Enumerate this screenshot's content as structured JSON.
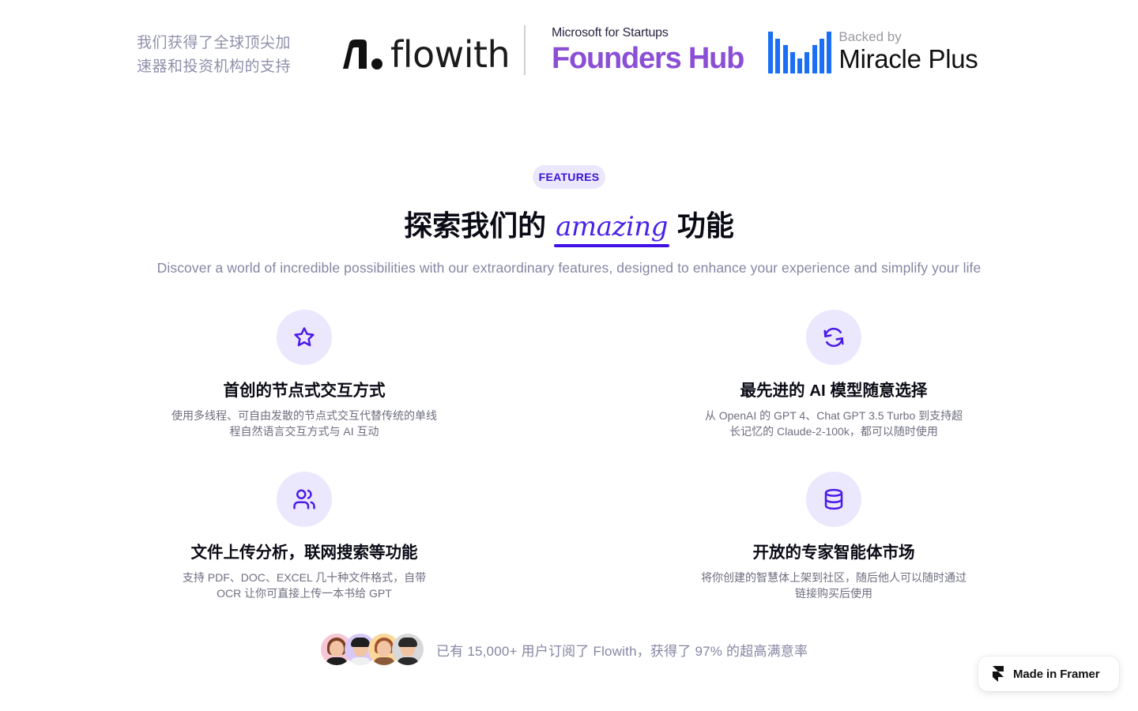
{
  "backers": {
    "text_line1": "我们获得了全球顶尖加",
    "text_line2": "速器和投资机构的支持",
    "flowith": {
      "wordmark": "flowith"
    },
    "microsoft": {
      "top": "Microsoft for Startups",
      "main": "Founders Hub",
      "color": "#8b4fd6"
    },
    "miracle_plus": {
      "small": "Backed by",
      "big": "Miracle Plus",
      "bar_color": "#1a6ff5",
      "bar_heights": [
        53,
        44,
        36,
        27,
        19,
        27,
        36,
        44,
        53
      ]
    }
  },
  "features_section": {
    "badge": "FEATURES",
    "title_before": "探索我们的",
    "title_highlight": "amazing",
    "title_after": "功能",
    "subtitle": "Discover a world of incredible possibilities with our extraordinary features, designed to enhance your experience and simplify your life",
    "accent_color": "#4a22e8",
    "items": [
      {
        "icon": "star-icon",
        "title": "首创的节点式交互方式",
        "desc": "使用多线程、可自由发散的节点式交互代替传统的单线程自然语言交互方式与 AI 互动"
      },
      {
        "icon": "refresh-icon",
        "title": "最先进的 AI 模型随意选择",
        "desc": "从 OpenAI 的 GPT 4、Chat GPT 3.5 Turbo 到支持超长记忆的 Claude-2-100k，都可以随时使用"
      },
      {
        "icon": "users-icon",
        "title": "文件上传分析，联网搜索等功能",
        "desc": "支持 PDF、DOC、EXCEL 几十种文件格式，自带 OCR 让你可直接上传一本书给 GPT"
      },
      {
        "icon": "database-icon",
        "title": "开放的专家智能体市场",
        "desc": "将你创建的智慧体上架到社区，随后他人可以随时通过链接购买后使用"
      }
    ]
  },
  "social_proof": {
    "text": "已有 15,000+ 用户订阅了 Flowith，获得了 97% 的超高满意率",
    "avatars": [
      {
        "bg": "#f7c6d4",
        "hair": "#7a3f22",
        "body": "#1e1e1e"
      },
      {
        "bg": "#d8c8f7",
        "hair": "#1e1e1e",
        "body": "#f0f0f0"
      },
      {
        "bg": "#fbd79a",
        "hair": "#a0522d",
        "body": "#8a5a3a"
      },
      {
        "bg": "#d8d8da",
        "hair": "#2a2a2a",
        "body": "#2a2a2a"
      }
    ]
  },
  "framer_badge": {
    "label": "Made in Framer"
  }
}
